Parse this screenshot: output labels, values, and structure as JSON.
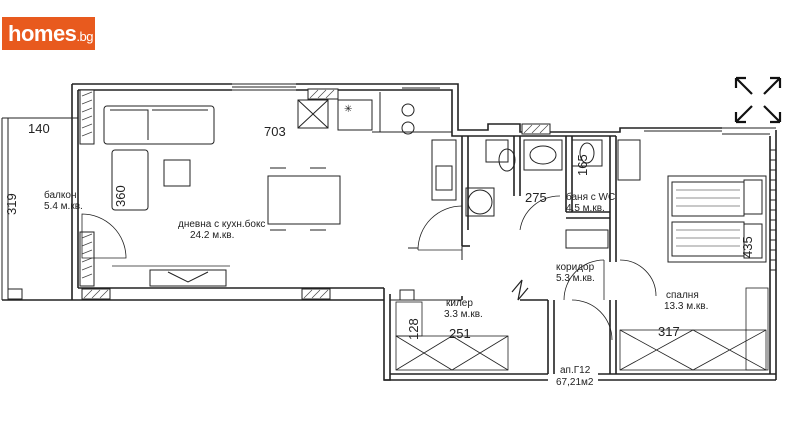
{
  "logo": {
    "text": "homes",
    "tld": ".bg"
  },
  "rooms": {
    "balcony": {
      "name": "балкон",
      "area": "5.4 м.кв."
    },
    "living": {
      "name": "дневна с кухн.бокс",
      "area": "24.2 м.кв."
    },
    "bath": {
      "name": "баня с WC",
      "area": "4.5 м.кв."
    },
    "corridor": {
      "name": "коридор",
      "area": "5.3 м.кв."
    },
    "pantry": {
      "name": "килер",
      "area": "3.3 м.кв."
    },
    "bedroom": {
      "name": "спалня",
      "area": "13.3 м.кв."
    }
  },
  "dimensions": {
    "balcony_width": "140",
    "balcony_height": "319",
    "living_width": "703",
    "living_height": "360",
    "bath_height": "165",
    "corridor_width": "275",
    "pantry_height": "128",
    "pantry_width": "251",
    "bedroom_width": "317",
    "bedroom_height": "435"
  },
  "apartment": {
    "label": "ап.Г12",
    "area": "67,21м2"
  },
  "icons": {
    "expand": "expand-icon"
  }
}
